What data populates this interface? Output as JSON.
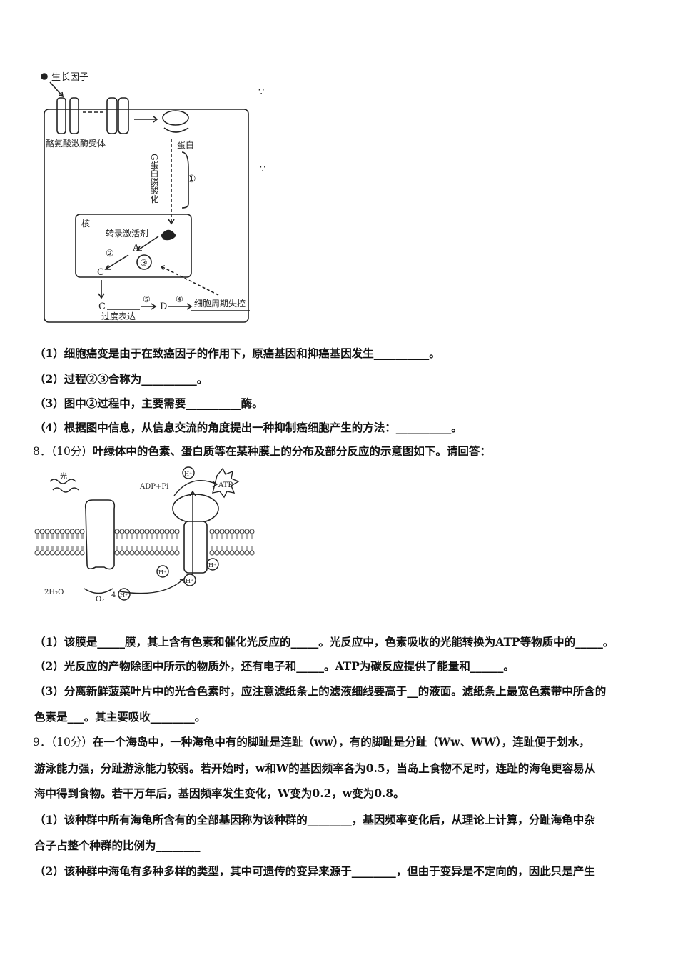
{
  "figure1": {
    "labels": {
      "growth_factor": "生长因子",
      "receptor": "酪氨酸激酶受体",
      "protein": "蛋白",
      "cascade": "G蛋白磷酸化",
      "step1": "①",
      "nucleus": "核",
      "activator": "转录激活剂",
      "A": "A",
      "step2": "②",
      "step3": "③",
      "C_in": "C",
      "C_out": "C",
      "overexpress": "过度表达",
      "step4": "④",
      "step5": "⑤",
      "D": "D",
      "cycle": "细胞周期失控",
      "mark1": "∵",
      "mark2": "∵"
    }
  },
  "q7": {
    "l1": "（1）细胞癌变是由于在致癌因子的作用下，原癌基因和抑癌基因发生__________。",
    "l2": "（2）过程②③合称为__________。",
    "l3": "（3）图中②过程中，主要需要__________酶。",
    "l4": "（4）根据图中信息，从信息交流的角度提出一种抑制癌细胞产生的方法：__________。"
  },
  "q8": {
    "num": "8．（10分）",
    "stem": "叶绿体中的色素、蛋白质等在某种膜上的分布及部分反应的示意图如下。请回答：",
    "figure": {
      "light": "光",
      "adp": "ADP+Pi",
      "atp": "ATP",
      "h": "H⁺",
      "water": "2H₂O",
      "o2": "O₂",
      "four": "4"
    },
    "l1": "（1）该膜是_____膜，其上含有色素和催化光反应的_____。光反应中，色素吸收的光能转换为ATP等物质中的_____。",
    "l2": "（2）光反应的产物除图中所示的物质外，还有电子和_____。ATP为碳反应提供了能量和______。",
    "l3": "（3）分离新鲜菠菜叶片中的光合色素时，应注意滤纸条上的滤液细线要高于__的液面。滤纸条上最宽色素带中所含的",
    "l4": "色素是___。其主要吸收________。"
  },
  "q9": {
    "num": "9．（10分）",
    "stem1": "在一个海岛中，一种海龟中有的脚趾是连趾（ww），有的脚趾是分趾（Ww、WW），连趾便于划水，",
    "stem2": "游泳能力强，分趾游泳能力较弱。若开始时，w和W的基因频率各为0.5，当岛上食物不足时，连趾的海龟更容易从",
    "stem3": "海中得到食物。若干万年后，基因频率发生变化，W变为0.2，w变为0.8。",
    "l1": "（1）该种群中所有海龟所含有的全部基因称为该种群的________，基因频率变化后，从理论上计算，分趾海龟中杂",
    "l2": "合子占整个种群的比例为________",
    "l3": "（2）该种群中海龟有多种多样的类型，其中可遗传的变异来源于________，但由于变异是不定向的，因此只是产生"
  }
}
